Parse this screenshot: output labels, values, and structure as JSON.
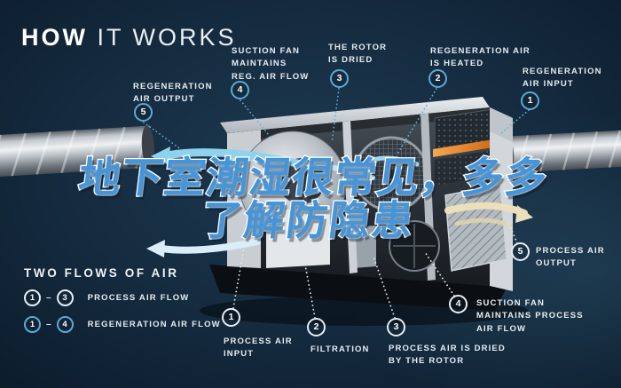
{
  "title": {
    "word_bold": "HOW",
    "word_light": " IT WORKS"
  },
  "headline": {
    "line1": "地下室潮湿很常见，多多",
    "line2": "了解防隐患"
  },
  "callouts": {
    "reg_air_output": {
      "num": "5",
      "label": "REGENERATION\nAIR OUTPUT"
    },
    "suction_fan_reg": {
      "num": "4",
      "label": "SUCTION FAN\nMAINTAINS\nREG. AIR FLOW"
    },
    "rotor_is_dried": {
      "num": "3",
      "label": "THE ROTOR\nIS DRIED"
    },
    "reg_air_heated": {
      "num": "2",
      "label": "REGENERATION AIR\nIS HEATED"
    },
    "reg_air_input": {
      "num": "1",
      "label": "REGENERATION\nAIR INPUT"
    },
    "process_air_output": {
      "num": "5",
      "label": "PROCESS AIR\nOUTPUT"
    },
    "suction_fan_process": {
      "num": "4",
      "label": "SUCTION FAN\nMAINTAINS PROCESS\nAIR FLOW"
    },
    "process_air_dried": {
      "num": "3",
      "label": "PROCESS AIR IS DRIED\nBY THE ROTOR"
    },
    "filtration": {
      "num": "2",
      "label": "FILTRATION"
    },
    "process_air_input": {
      "num": "1",
      "label": "PROCESS AIR\nINPUT"
    }
  },
  "legend": {
    "heading": "TWO FLOWS OF AIR",
    "dash": "–",
    "rows": [
      {
        "from": "1",
        "to": "3",
        "label": "PROCESS AIR FLOW",
        "circle_color": "white"
      },
      {
        "from": "1",
        "to": "4",
        "label": "REGENERATION AIR FLOW",
        "circle_color": "cyan"
      }
    ]
  },
  "colors": {
    "background_navy": "#152b3f",
    "accent_cyan": "#5ea9d2",
    "label_text": "#e7edf2",
    "headline_blue": "#4495da",
    "headline_outline": "#ffffff",
    "heater_orange": "#e2832f",
    "process_out_cream": "#ebdfbc",
    "flow_cyan": "#8ed2ee"
  }
}
